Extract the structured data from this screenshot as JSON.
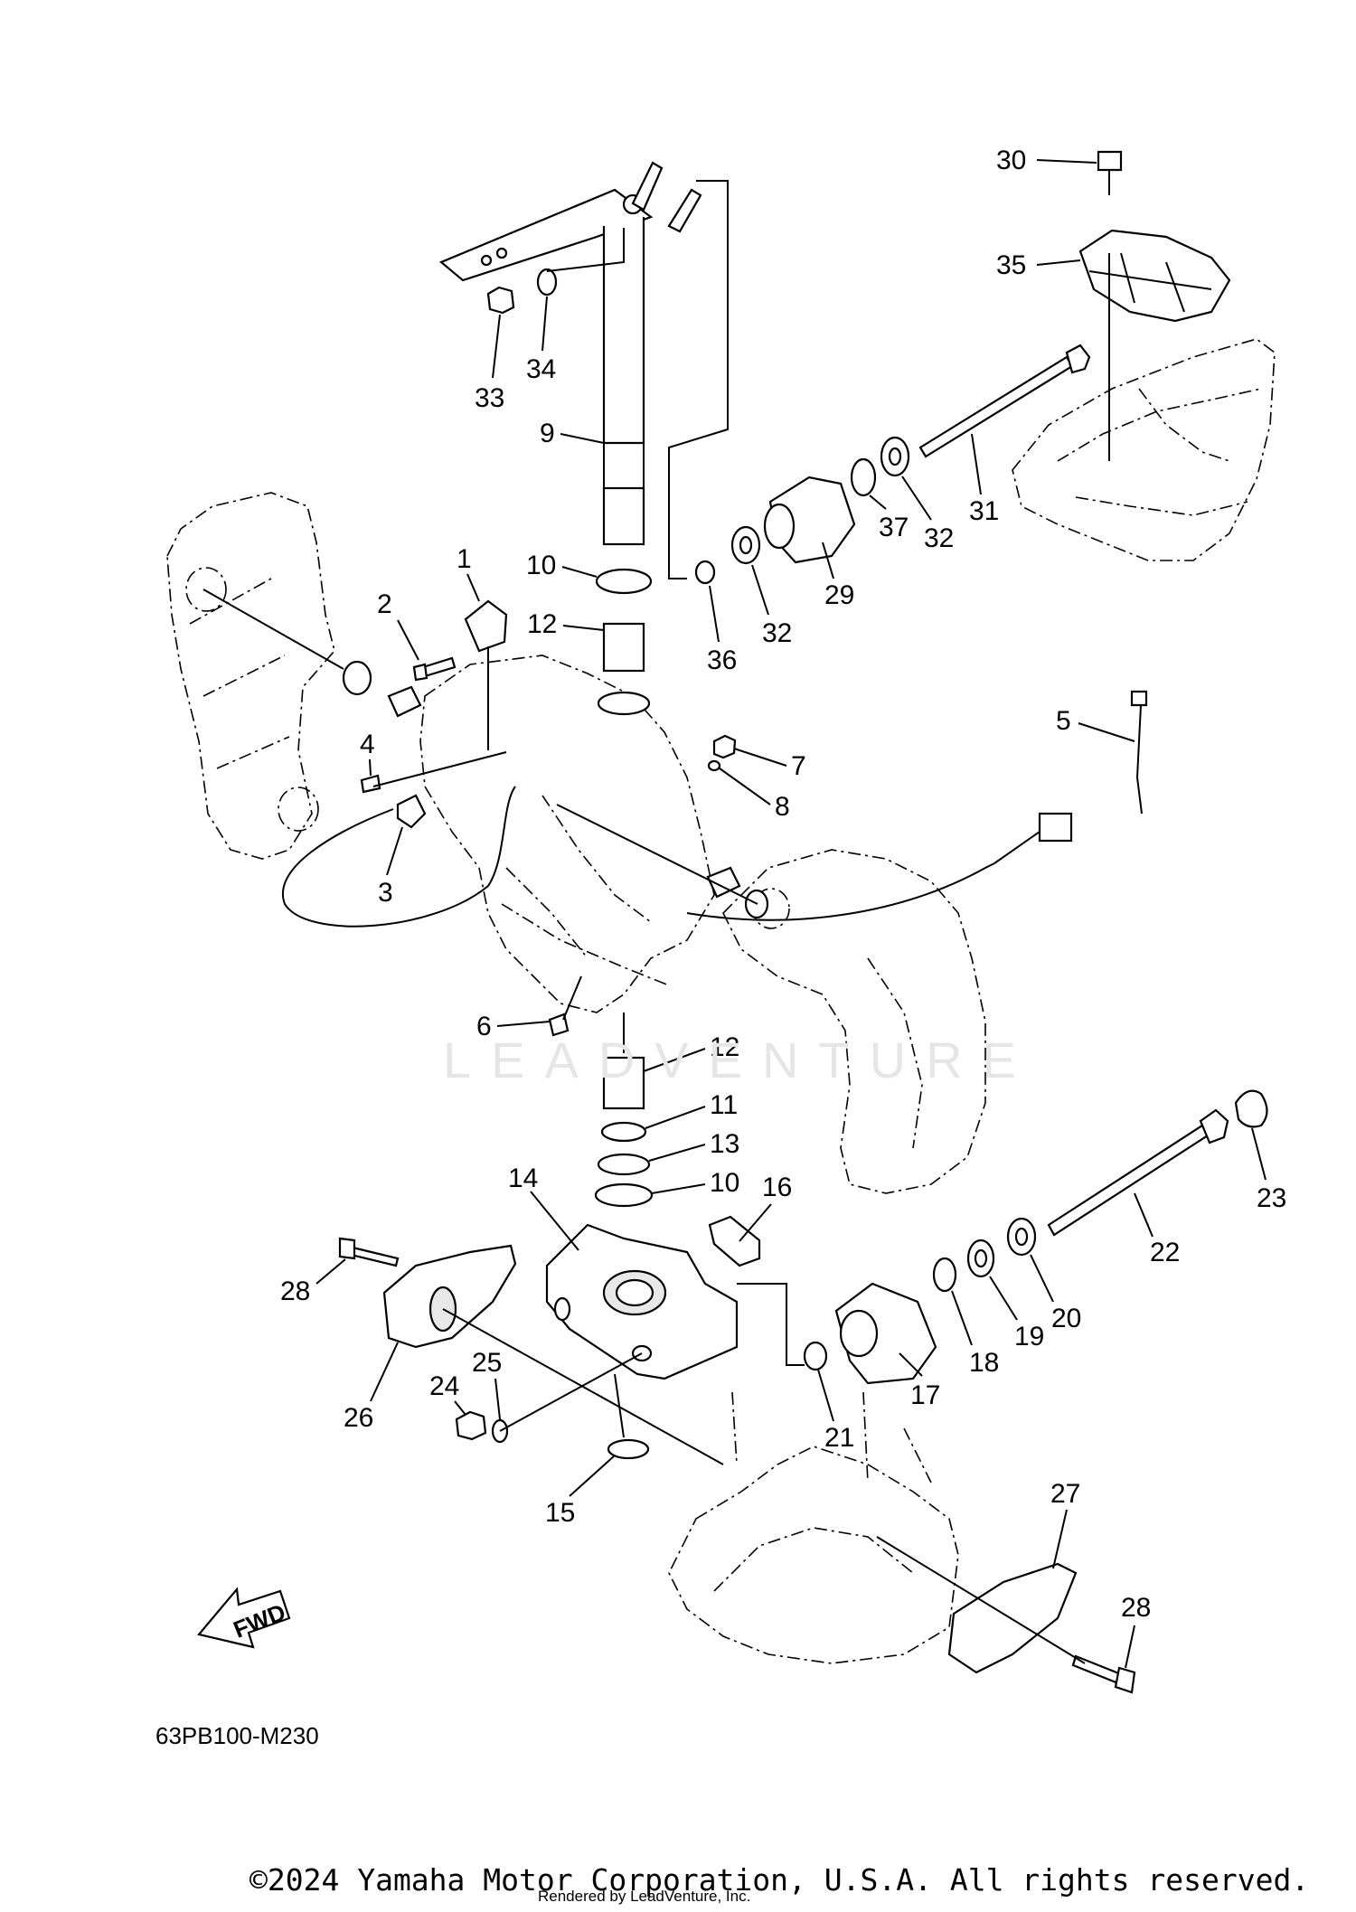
{
  "diagram": {
    "reference_code": "63PB100-M230",
    "fwd_label": "FWD",
    "watermark": "LEADVENTURE",
    "copyright": "©2024 Yamaha Motor Corporation, U.S.A. All rights reserved.",
    "rendered_by": "Rendered by LeadVenture, Inc."
  },
  "callouts": [
    {
      "n": "1"
    },
    {
      "n": "2"
    },
    {
      "n": "3"
    },
    {
      "n": "4"
    },
    {
      "n": "5"
    },
    {
      "n": "6"
    },
    {
      "n": "7"
    },
    {
      "n": "8"
    },
    {
      "n": "9"
    },
    {
      "n": "10"
    },
    {
      "n": "10"
    },
    {
      "n": "11"
    },
    {
      "n": "12"
    },
    {
      "n": "12"
    },
    {
      "n": "13"
    },
    {
      "n": "14"
    },
    {
      "n": "15"
    },
    {
      "n": "16"
    },
    {
      "n": "17"
    },
    {
      "n": "18"
    },
    {
      "n": "19"
    },
    {
      "n": "20"
    },
    {
      "n": "21"
    },
    {
      "n": "22"
    },
    {
      "n": "23"
    },
    {
      "n": "24"
    },
    {
      "n": "25"
    },
    {
      "n": "26"
    },
    {
      "n": "27"
    },
    {
      "n": "28"
    },
    {
      "n": "28"
    },
    {
      "n": "29"
    },
    {
      "n": "30"
    },
    {
      "n": "31"
    },
    {
      "n": "32"
    },
    {
      "n": "32"
    },
    {
      "n": "33"
    },
    {
      "n": "34"
    },
    {
      "n": "35"
    },
    {
      "n": "36"
    },
    {
      "n": "37"
    }
  ]
}
